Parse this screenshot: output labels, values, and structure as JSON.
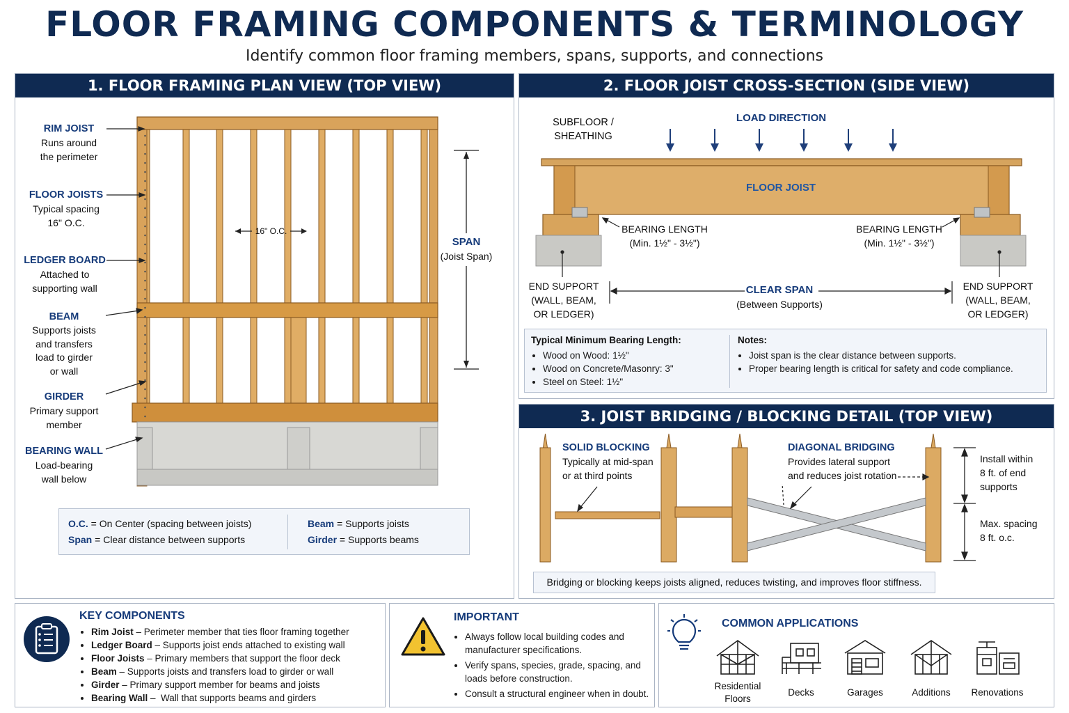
{
  "header": {
    "title": "FLOOR FRAMING COMPONENTS & TERMINOLOGY",
    "subtitle": "Identify common floor framing members, spans, supports, and connections"
  },
  "colors": {
    "navy": "#0f2a52",
    "label_blue": "#163b7a",
    "wood": "#d9a35b",
    "concrete": "#c8c8c4",
    "warning": "#f2c230"
  },
  "plan": {
    "heading": "1. FLOOR FRAMING PLAN VIEW (TOP VIEW)",
    "labels": [
      {
        "title": "RIM JOIST",
        "desc": "Runs around\nthe perimeter"
      },
      {
        "title": "FLOOR JOISTS",
        "desc": "Typical spacing\n16\" O.C."
      },
      {
        "title": "LEDGER BOARD",
        "desc": "Attached to\nsupporting wall"
      },
      {
        "title": "BEAM",
        "desc": "Supports joists\nand transfers\nload to girder\nor wall"
      },
      {
        "title": "GIRDER",
        "desc": "Primary support\nmember"
      },
      {
        "title": "BEARING WALL",
        "desc": "Load-bearing\nwall below"
      }
    ],
    "spacing_label": "16\" O.C.",
    "span_title": "SPAN",
    "span_desc": "(Joist Span)",
    "legend": [
      {
        "term": "O.C.",
        "sep": " = ",
        "def": "On Center (spacing between joists)"
      },
      {
        "term": "Span",
        "sep": " = ",
        "def": "Clear distance between supports"
      },
      {
        "term": "Beam",
        "sep": " = ",
        "def": "Supports joists"
      },
      {
        "term": "Girder",
        "sep": " = ",
        "def": "Supports beams"
      }
    ]
  },
  "section": {
    "heading": "2. FLOOR JOIST CROSS-SECTION (SIDE VIEW)",
    "subfloor": "SUBFLOOR /\nSHEATHING",
    "load": "LOAD DIRECTION",
    "joist": "FLOOR JOIST",
    "bearing_title": "BEARING LENGTH",
    "bearing_desc": "(Min. 1½\" - 3½\")",
    "end_support": "END SUPPORT\n(WALL, BEAM,\nOR LEDGER)",
    "clear_span": "CLEAR SPAN",
    "clear_span_desc": "(Between Supports)",
    "bearing_box_title": "Typical Minimum Bearing Length:",
    "bearing_items": [
      {
        "k": "Wood on Wood:",
        "v": " 1½\""
      },
      {
        "k": "Wood on Concrete/Masonry:",
        "v": " 3\""
      },
      {
        "k": "Steel on Steel:",
        "v": " 1½\""
      }
    ],
    "notes_title": "Notes:",
    "notes": [
      "Joist span is the clear distance between supports.",
      "Proper bearing length is critical for safety and code compliance."
    ]
  },
  "bridging": {
    "heading": "3. JOIST BRIDGING / BLOCKING DETAIL (TOP VIEW)",
    "solid_title": "SOLID BLOCKING",
    "solid_desc": "Typically at mid-span\nor at third points",
    "diag_title": "DIAGONAL BRIDGING",
    "diag_desc": "Provides lateral support\nand reduces joist rotation",
    "install": "Install within\n8 ft. of end\nsupports",
    "max": "Max. spacing\n8 ft. o.c.",
    "footer": "Bridging or blocking keeps joists aligned, reduces twisting, and improves floor stiffness."
  },
  "key": {
    "title": "KEY COMPONENTS",
    "items": [
      {
        "term": "Rim Joist",
        "sep": " – ",
        "def": "Perimeter member that ties floor framing together"
      },
      {
        "term": "Ledger Board",
        "sep": " – ",
        "def": "Supports joist ends attached to existing wall"
      },
      {
        "term": "Floor Joists",
        "sep": " – ",
        "def": "Primary members that support the floor deck"
      },
      {
        "term": "Beam",
        "sep": " – ",
        "def": "Supports joists and transfers load to girder or wall"
      },
      {
        "term": "Girder",
        "sep": " – ",
        "def": "Primary support member for beams and joists"
      },
      {
        "term": "Bearing Wall",
        "sep": " – ",
        "def": " Wall that supports beams and girders"
      }
    ]
  },
  "important": {
    "title": "IMPORTANT",
    "items": [
      "Always follow local building codes and manufacturer specifications.",
      "Verify spans, species, grade, spacing, and loads before construction.",
      "Consult a structural engineer when in doubt."
    ]
  },
  "apps": {
    "title": "COMMON APPLICATIONS",
    "items": [
      {
        "label": "Residential\nFloors",
        "icon": "house-frame-icon"
      },
      {
        "label": "Decks",
        "icon": "deck-icon"
      },
      {
        "label": "Garages",
        "icon": "garage-icon"
      },
      {
        "label": "Additions",
        "icon": "addition-icon"
      },
      {
        "label": "Renovations",
        "icon": "renovation-icon"
      }
    ]
  }
}
